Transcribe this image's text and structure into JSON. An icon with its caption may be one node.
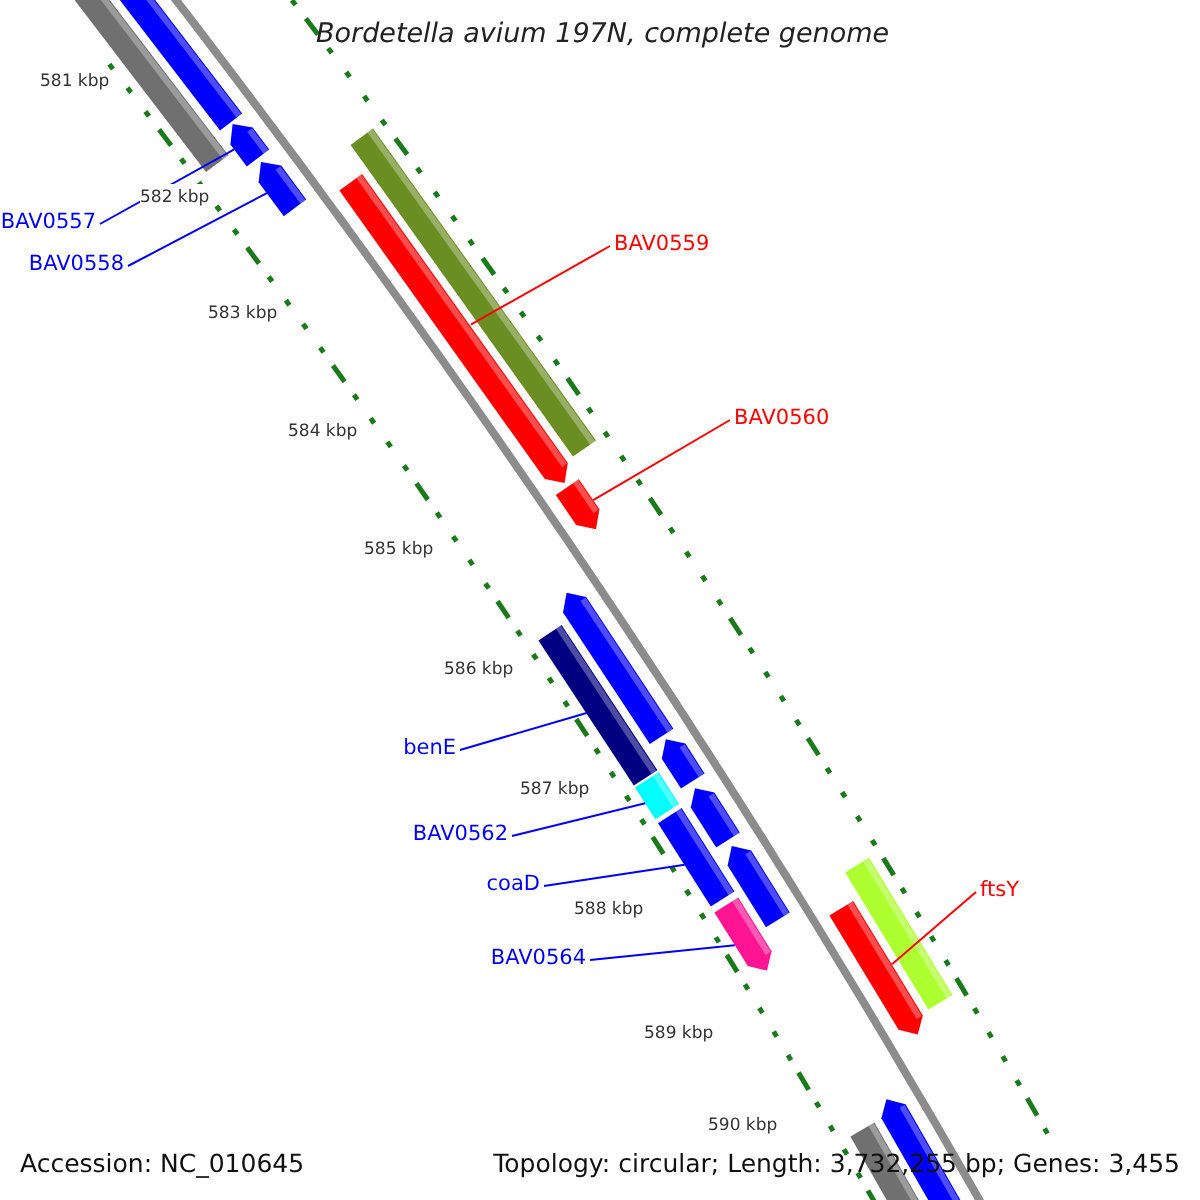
{
  "diagram": {
    "title": "Bordetella avium 197N, complete genome",
    "nodes": [
      {
        "text": [
          "BAV0557"
        ]
      },
      {
        "text": [
          "BAV0558"
        ]
      },
      {
        "text": [
          "BAV0559"
        ]
      },
      {
        "text": [
          "BAV0560"
        ]
      },
      {
        "text": [
          "benE"
        ]
      },
      {
        "text": [
          "BAV0562"
        ]
      },
      {
        "text": [
          "coaD"
        ]
      },
      {
        "text": [
          "BAV0564"
        ]
      },
      {
        "text": [
          "ftsY"
        ]
      },
      {
        "text": [],
        "shape": "bar"
      },
      {
        "text": [],
        "shape": "bar"
      },
      {
        "text": [],
        "shape": "bar"
      },
      {
        "text": [],
        "shape": "bar"
      },
      {
        "text": [],
        "shape": "bar"
      },
      {
        "text": [],
        "shape": "bar"
      },
      {
        "text": [],
        "shape": "bar"
      },
      {
        "text": [],
        "shape": "bar"
      },
      {
        "text": [],
        "shape": "bar"
      },
      {
        "text": [],
        "shape": "bar"
      },
      {
        "text": [],
        "shape": "bar"
      },
      {
        "text": [],
        "shape": "bar"
      },
      {
        "text": [],
        "shape": "bar"
      },
      {
        "text": [],
        "shape": "bar"
      },
      {
        "text": [],
        "shape": "bar"
      },
      {
        "text": [],
        "shape": "bar"
      },
      {
        "text": [],
        "shape": "bar"
      },
      {
        "text": [],
        "shape": "bar"
      },
      {
        "text": [],
        "shape": "bar"
      }
    ],
    "edges": [
      {
        "from": 0,
        "to": 11,
        "arrow": "none"
      },
      {
        "from": 1,
        "to": 12,
        "arrow": "none"
      },
      {
        "from": 2,
        "to": 14,
        "arrow": "none",
        "color": "#ff0000"
      },
      {
        "from": 3,
        "to": 15,
        "arrow": "none",
        "color": "#ff0000"
      },
      {
        "from": 4,
        "to": 17,
        "arrow": "none"
      },
      {
        "from": 5,
        "to": 19,
        "arrow": "none"
      },
      {
        "from": 6,
        "to": 21,
        "arrow": "none"
      },
      {
        "from": 7,
        "to": 23,
        "arrow": "none"
      },
      {
        "from": 8,
        "to": 25,
        "arrow": "none",
        "color": "#ff0000"
      }
    ],
    "labels": [
      "581 kbp",
      "582 kbp",
      "583 kbp",
      "584 kbp",
      "585 kbp",
      "586 kbp",
      "587 kbp",
      "588 kbp",
      "589 kbp",
      "590 kbp",
      "Accession: NC_010645",
      "Topology: circular; Length: 3,732,255 bp; Genes: 3,455"
    ]
  }
}
